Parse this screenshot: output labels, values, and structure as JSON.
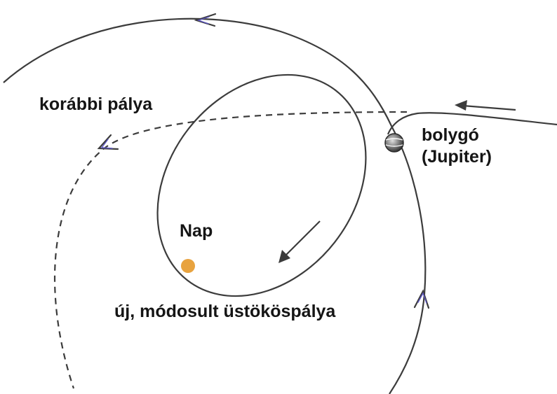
{
  "labels": {
    "previous_orbit": "korábbi pálya",
    "planet_line1": "bolygó",
    "planet_line2": "(Jupiter)",
    "sun": "Nap",
    "new_orbit": "új, módosult üstököspálya"
  },
  "colors": {
    "line": "#3c3c3c",
    "arrowhead_accent": "#5b55c0",
    "sun": "#e8a33f",
    "planet_light": "#e0e0e0",
    "planet_dark": "#303030",
    "text": "#151515"
  }
}
